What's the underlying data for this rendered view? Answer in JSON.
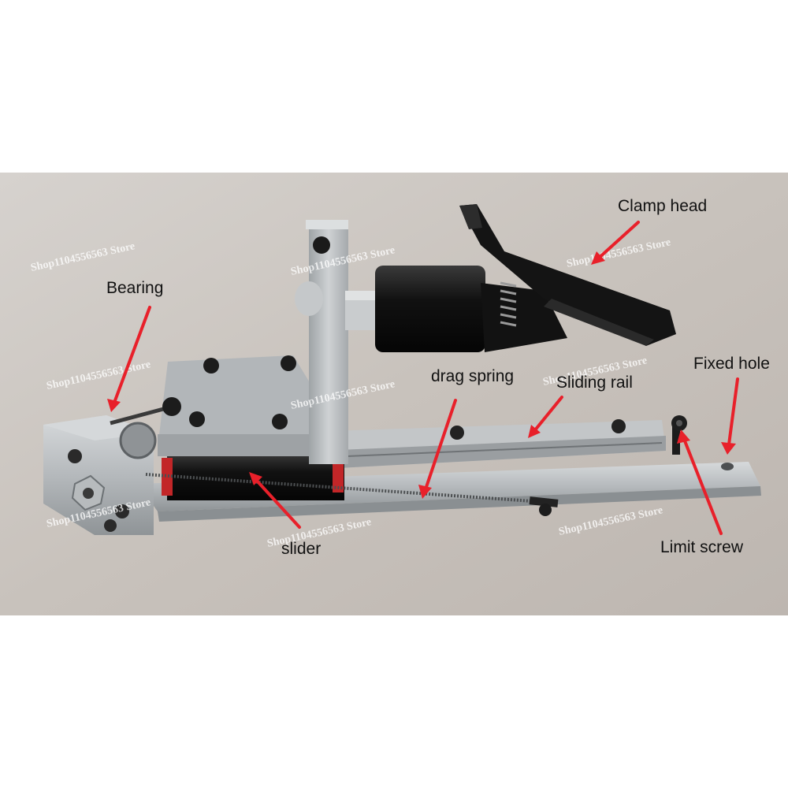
{
  "labels": {
    "clamp_head": "Clamp head",
    "bearing": "Bearing",
    "fixed_hole": "Fixed hole",
    "drag_spring": "drag spring",
    "sliding_rail": "Sliding rail",
    "slider": "slider",
    "limit_screw": "Limit screw"
  },
  "watermark": "Shop1104556563 Store",
  "colors": {
    "arrow": "#e8202a",
    "backdrop": "#c9c3bd",
    "aluminum": "#b9bcbf",
    "black_part": "#151515"
  }
}
